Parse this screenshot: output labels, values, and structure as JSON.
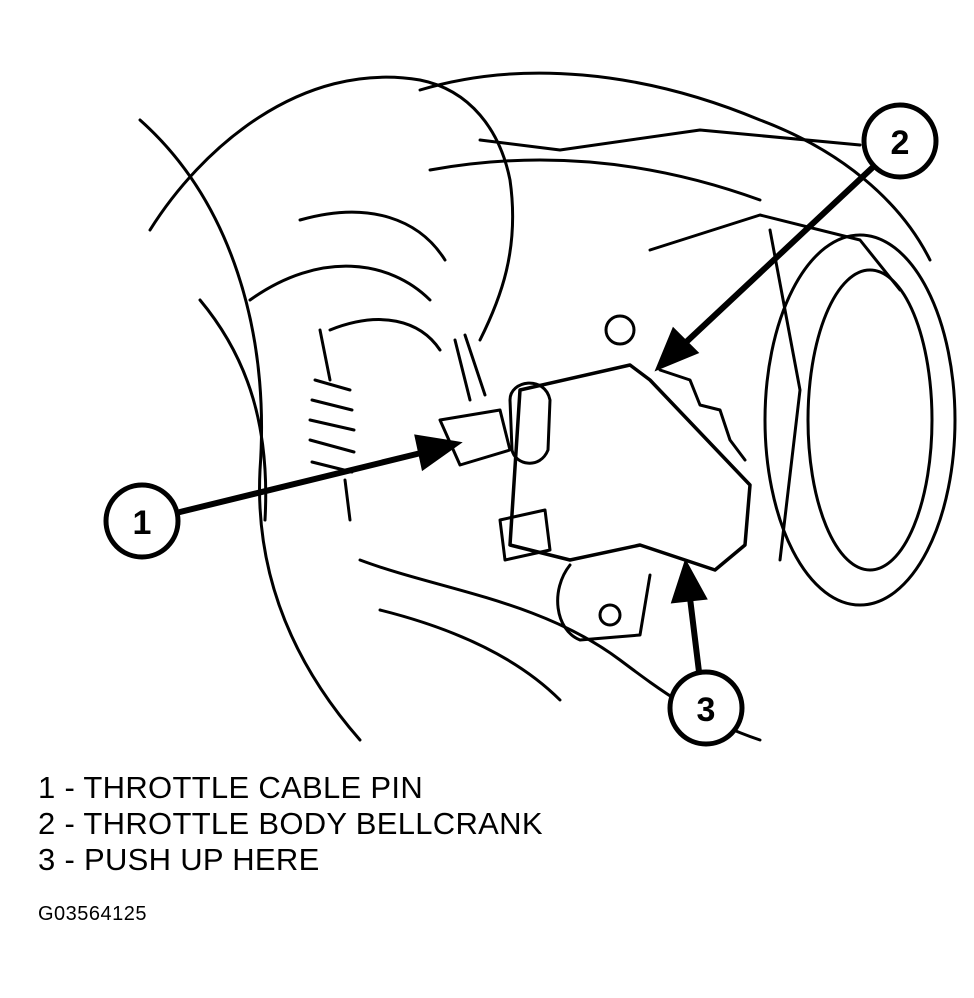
{
  "callouts": [
    {
      "number": "1"
    },
    {
      "number": "2"
    },
    {
      "number": "3"
    }
  ],
  "legend": [
    {
      "text": "1 - THROTTLE CABLE PIN"
    },
    {
      "text": "2 - THROTTLE BODY BELLCRANK"
    },
    {
      "text": "3 - PUSH UP HERE"
    }
  ],
  "figure_id": "G03564125",
  "colors": {
    "ink": "#000000",
    "paper": "#ffffff"
  }
}
